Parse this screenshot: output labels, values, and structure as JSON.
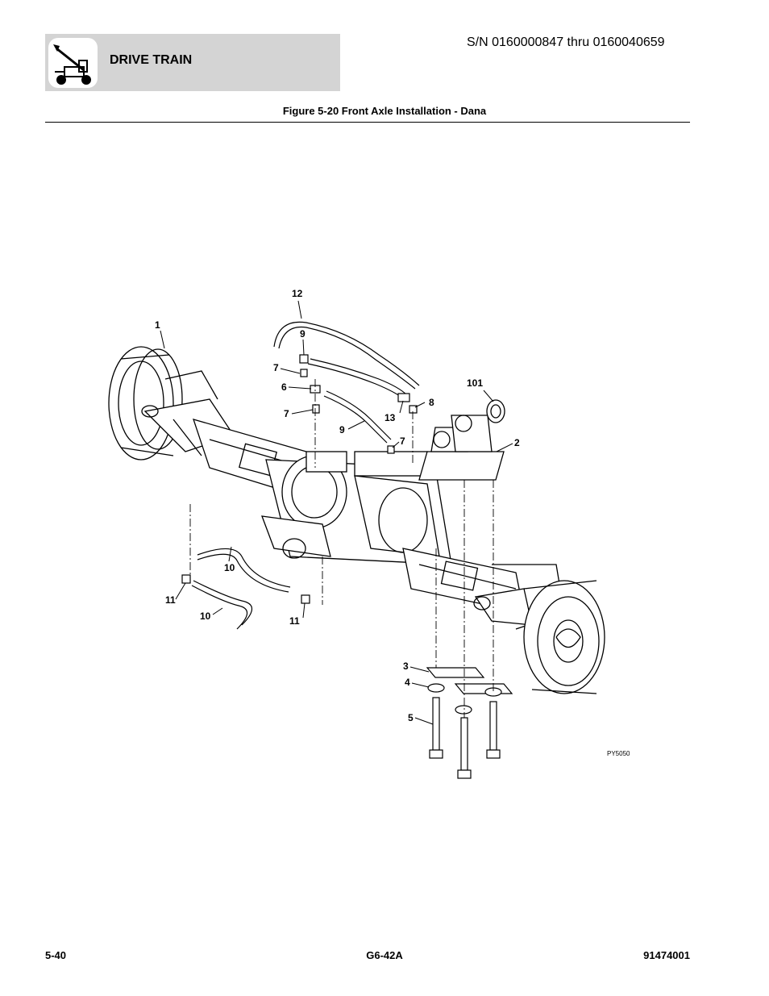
{
  "header": {
    "section_title": "DRIVE TRAIN",
    "serial_range": "S/N 0160000847 thru 0160040659",
    "icon": "telehandler-icon"
  },
  "figure": {
    "title": "Figure 5-20 Front Axle Installation - Dana",
    "image_code": "PY5050",
    "callouts": {
      "c1": "1",
      "c2": "2",
      "c3": "3",
      "c4": "4",
      "c5": "5",
      "c6": "6",
      "c7a": "7",
      "c7b": "7",
      "c7c": "7",
      "c8": "8",
      "c9a": "9",
      "c9b": "9",
      "c10a": "10",
      "c10b": "10",
      "c11a": "11",
      "c11b": "11",
      "c12": "12",
      "c13": "13",
      "c101": "101"
    }
  },
  "footer": {
    "page_number": "5-40",
    "model": "G6-42A",
    "doc_number": "91474001"
  }
}
